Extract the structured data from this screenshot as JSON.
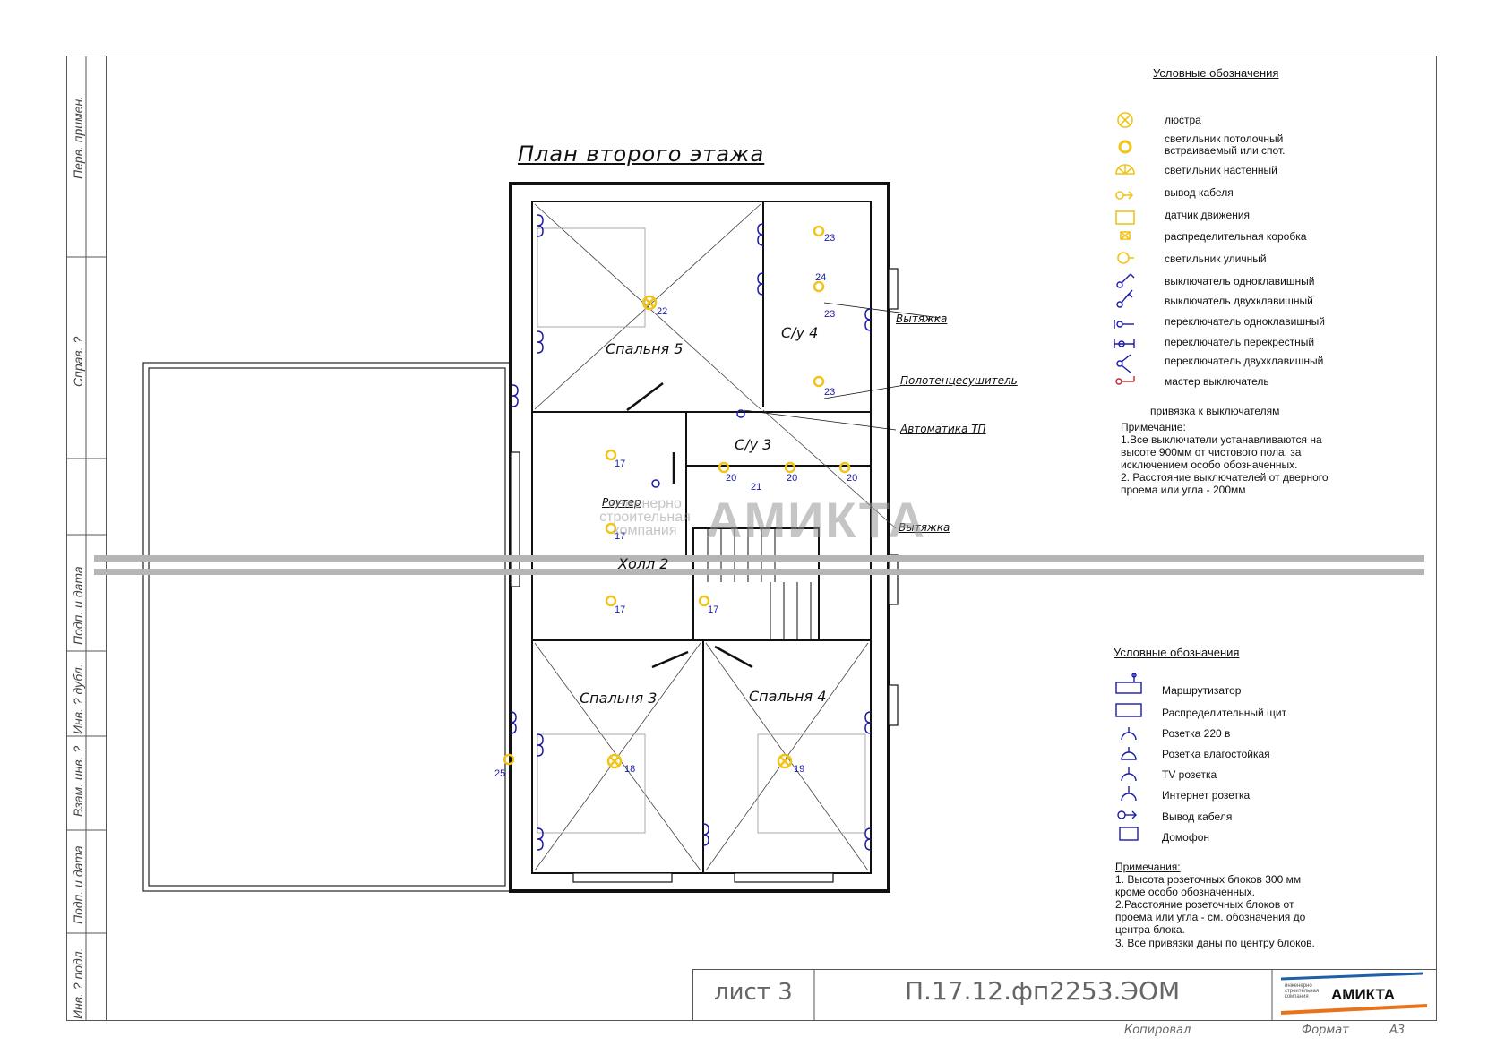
{
  "sidebar": {
    "labels": [
      "Перв. примен.",
      "Справ. ?",
      "Подп. и дата",
      "Инв. ? дубл.",
      "Взам. инв. ?",
      "Подп. и дата",
      "Инв. ? подл."
    ]
  },
  "plan": {
    "title": "План второго этажа",
    "rooms": {
      "bedroom5": "Спальня 5",
      "bath4": "С/у 4",
      "bath3": "С/у 3",
      "hall2": "Холл 2",
      "bedroom3": "Спальня 3",
      "bedroom4": "Спальня 4"
    },
    "annotations": {
      "exhaust1": "Вытяжка",
      "towel": "Полотенцесушитель",
      "automation": "Автоматика ТП",
      "exhaust2": "Вытяжка",
      "router": "Роутер"
    },
    "light_numbers": {
      "n22": "22",
      "n23a": "23",
      "n24": "24",
      "n23b": "23",
      "n23c": "23",
      "n17a": "17",
      "n17b": "17",
      "n17c": "17",
      "n17d": "17",
      "n20a": "20",
      "n20b": "20",
      "n20c": "20",
      "n21": "21",
      "n18": "18",
      "n19": "19",
      "n25": "25"
    }
  },
  "legend_lighting": {
    "title": "Условные обозначения",
    "items": [
      {
        "icon": "chandelier-icon",
        "label": "люстра"
      },
      {
        "icon": "spot-light-icon",
        "label": "светильник потолочный встраиваемый или спот."
      },
      {
        "icon": "wall-light-icon",
        "label": "светильник настенный"
      },
      {
        "icon": "cable-outlet-icon",
        "label": "вывод кабеля"
      },
      {
        "icon": "motion-sensor-icon",
        "label": "датчик движения"
      },
      {
        "icon": "junction-box-icon",
        "label": "распределительная коробка"
      },
      {
        "icon": "outdoor-light-icon",
        "label": "светильник уличный"
      },
      {
        "icon": "switch-single-icon",
        "label": "выключатель одноклавишный"
      },
      {
        "icon": "switch-double-icon",
        "label": "выключатель двухклавишный"
      },
      {
        "icon": "changeover-single-icon",
        "label": "переключатель одноклавишный"
      },
      {
        "icon": "cross-switch-icon",
        "label": "переключатель перекрестный"
      },
      {
        "icon": "changeover-double-icon",
        "label": "переключатель двухклавишный"
      },
      {
        "icon": "master-switch-icon",
        "label": "мастер выключатель"
      }
    ],
    "binding": "привязка к выключателям",
    "note_title": "Примечание:",
    "notes": [
      "1.Все выключатели устанавливаются на высоте 900мм от чистового пола, за исключением особо обозначенных.",
      "2. Расстояние выключателей от дверного проема или угла - 200мм"
    ]
  },
  "legend_power": {
    "title": "Условные обозначения",
    "items": [
      {
        "icon": "router-icon",
        "label": "Маршрутизатор"
      },
      {
        "icon": "distribution-panel-icon",
        "label": "Распределительный щит"
      },
      {
        "icon": "socket-icon",
        "label": "Розетка 220 в"
      },
      {
        "icon": "waterproof-socket-icon",
        "label": "Розетка влагостойкая"
      },
      {
        "icon": "tv-socket-icon",
        "label": "TV розетка"
      },
      {
        "icon": "internet-socket-icon",
        "label": "Интернет розетка"
      },
      {
        "icon": "cable-outlet-icon",
        "label": "Вывод кабеля"
      },
      {
        "icon": "intercom-icon",
        "label": "Домофон"
      }
    ],
    "note_title": "Примечания:",
    "notes": [
      "1. Высота розеточных блоков 300 мм кроме особо обозначенных.",
      "2.Расстояние розеточных блоков от проема или угла - см. обозначения до центра блока.",
      "3. Все привязки даны по центру блоков."
    ]
  },
  "stamp": {
    "sheet": "лист 3",
    "code": "П.17.12.фп2253.ЭОМ",
    "logo_caption": "инженерно строительная компания",
    "logo_name": "АМИКТА"
  },
  "footer": {
    "copied": "Копировал",
    "format_label": "Формат",
    "format_value": "А3"
  },
  "watermark": {
    "name": "АМИКТА",
    "caption": "инженерно строительная компания"
  },
  "colors": {
    "light_fixture": "#f0c419",
    "socket_blue": "#1a1aa8",
    "master_red": "#c0272d",
    "wall": "#111111",
    "logo_orange": "#e8731a",
    "logo_blue": "#1f5fa8"
  }
}
